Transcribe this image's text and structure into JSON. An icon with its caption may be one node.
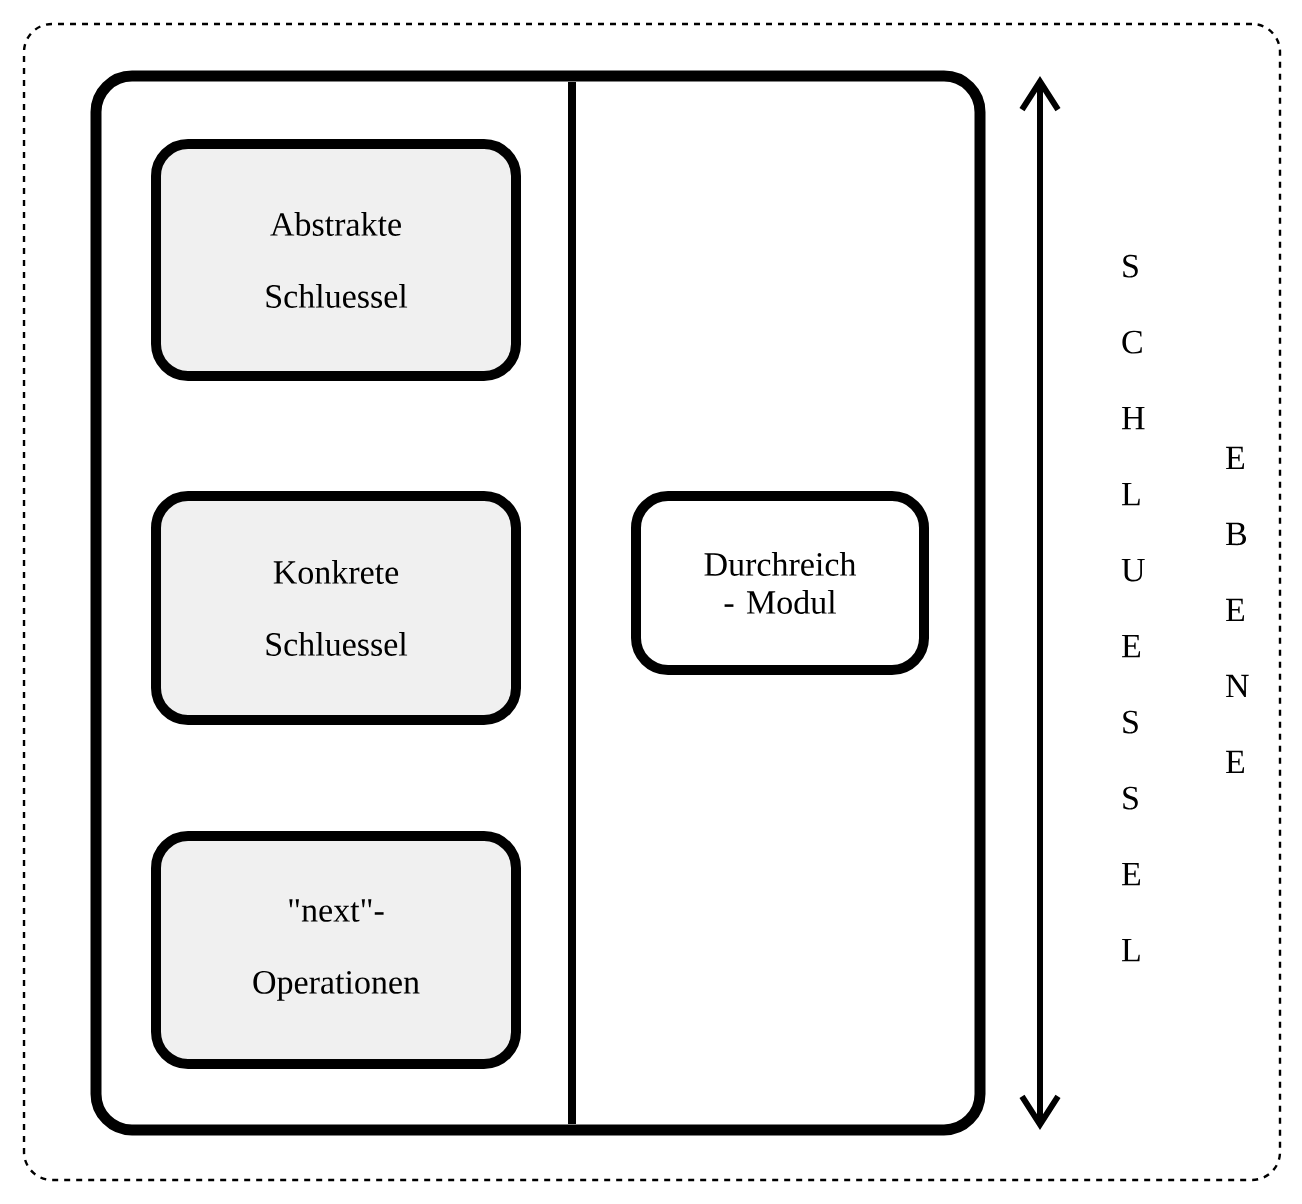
{
  "diagram": {
    "nodes": [
      {
        "text": [
          "S C H L U E S S E L",
          "E B E N E"
        ]
      },
      {
        "text": [],
        "shape": "box",
        "in": 0
      },
      {
        "text": [
          "Abstrakte Schluessel"
        ],
        "in": 1
      },
      {
        "text": [
          "Konkrete Schluessel"
        ],
        "in": 1
      },
      {
        "text": [
          "\"next\"- Operationen"
        ],
        "in": 1
      },
      {
        "text": [
          "Durchreich - Modul"
        ],
        "in": 1
      }
    ]
  }
}
